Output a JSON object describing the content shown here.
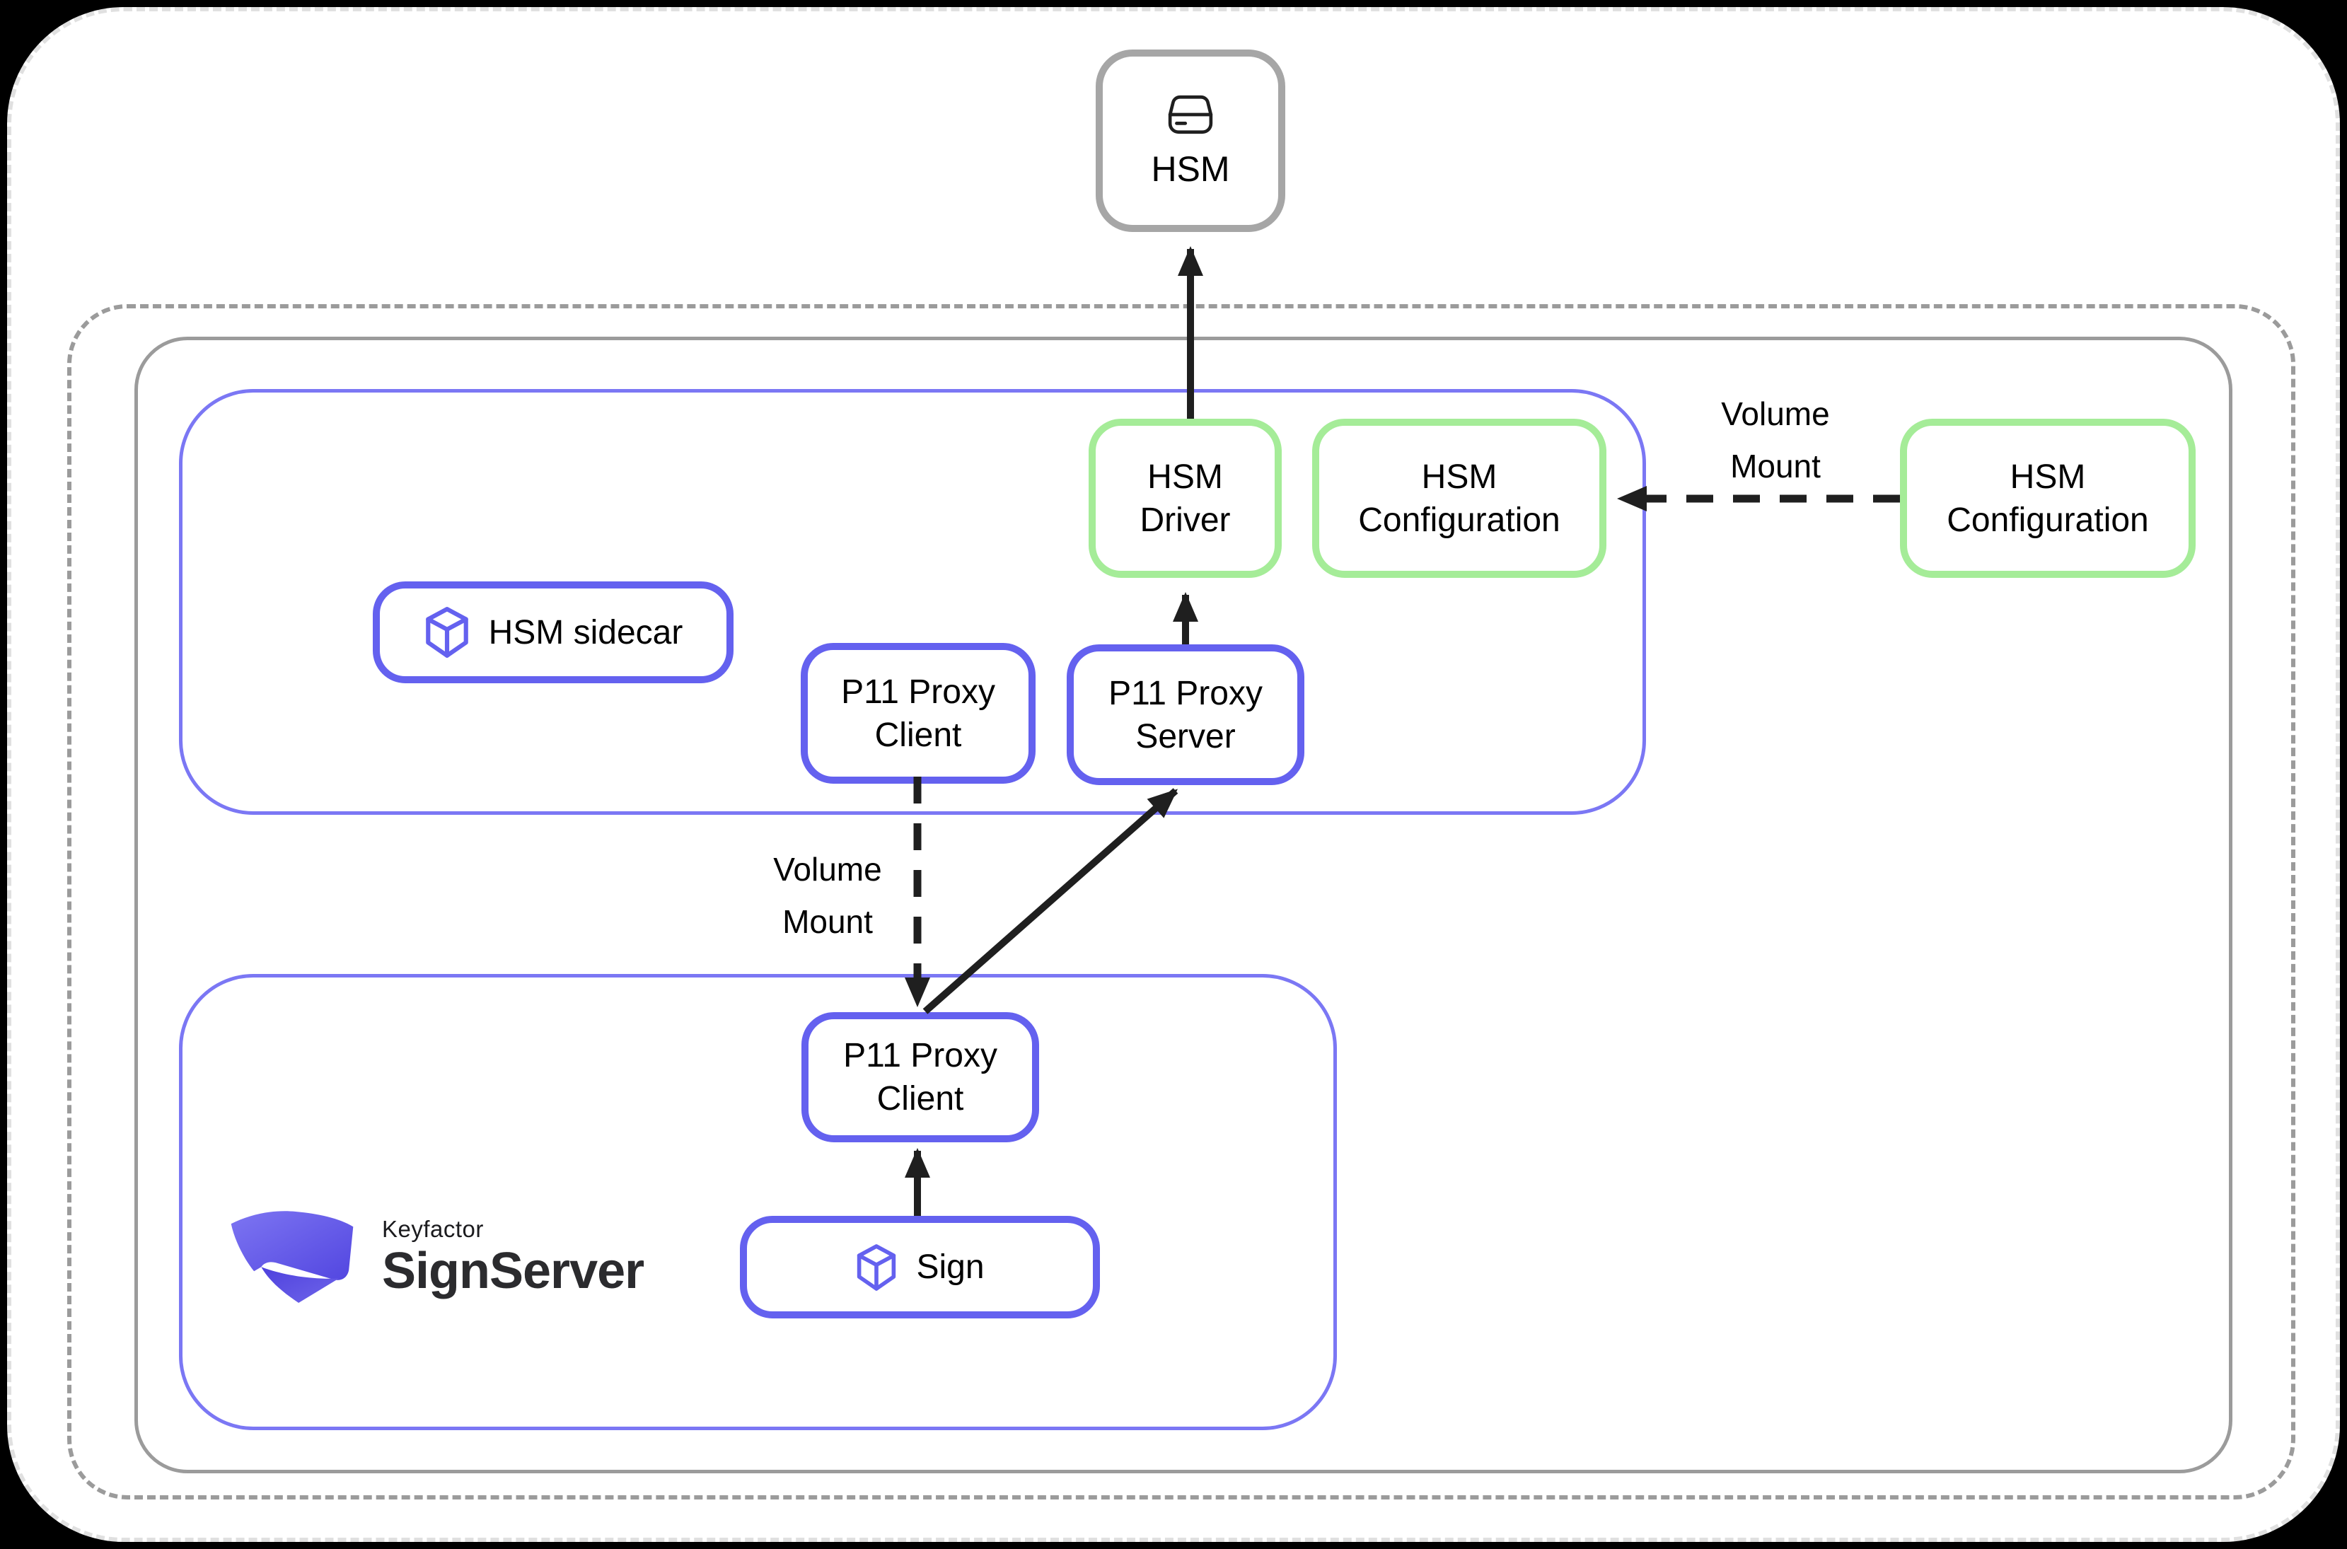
{
  "colors": {
    "background": "#000000",
    "canvas": "#ffffff",
    "node_blue_border": "#6461ef",
    "container_blue_border": "#7b77f4",
    "node_green_border": "#a5ec98",
    "node_gray_border": "#a6a6a6",
    "container_gray": "#9b9b9b",
    "outer_dash_gray": "#e0e0e0",
    "arrow_black": "#1f1f1f",
    "text": "#000000",
    "logo_indigo_light": "#7d75f2",
    "logo_indigo_dark": "#4e41dd"
  },
  "nodes": {
    "hsm": {
      "label": "HSM",
      "icon": "hard-drive-icon"
    },
    "hsm_driver": {
      "line1": "HSM",
      "line2": "Driver"
    },
    "hsm_config_internal": {
      "line1": "HSM",
      "line2": "Configuration"
    },
    "hsm_config_external": {
      "line1": "HSM",
      "line2": "Configuration"
    },
    "hsm_sidecar": {
      "label": "HSM sidecar",
      "icon": "cube-icon"
    },
    "p11_proxy_client_top": {
      "line1": "P11 Proxy",
      "line2": "Client"
    },
    "p11_proxy_server": {
      "line1": "P11 Proxy",
      "line2": "Server"
    },
    "p11_proxy_client_bottom": {
      "line1": "P11 Proxy",
      "line2": "Client"
    },
    "sign": {
      "label": "Sign",
      "icon": "cube-icon"
    }
  },
  "labels": {
    "volume_mount_external": {
      "line1": "Volume",
      "line2": "Mount"
    },
    "volume_mount_internal": {
      "line1": "Volume",
      "line2": "Mount"
    }
  },
  "logo": {
    "brand": "Keyfactor",
    "product": "SignServer"
  },
  "edges": [
    {
      "from": "hsm_driver",
      "to": "hsm",
      "style": "solid"
    },
    {
      "from": "p11_proxy_server",
      "to": "hsm_driver",
      "style": "solid"
    },
    {
      "from": "p11_proxy_client_bottom",
      "to": "p11_proxy_server",
      "style": "solid"
    },
    {
      "from": "p11_proxy_client_top",
      "to": "p11_proxy_client_bottom",
      "style": "dashed",
      "label": "Volume Mount"
    },
    {
      "from": "sign",
      "to": "p11_proxy_client_bottom",
      "style": "solid"
    },
    {
      "from": "hsm_config_external",
      "to": "hsm_config_internal",
      "style": "dashed",
      "label": "Volume Mount"
    }
  ]
}
